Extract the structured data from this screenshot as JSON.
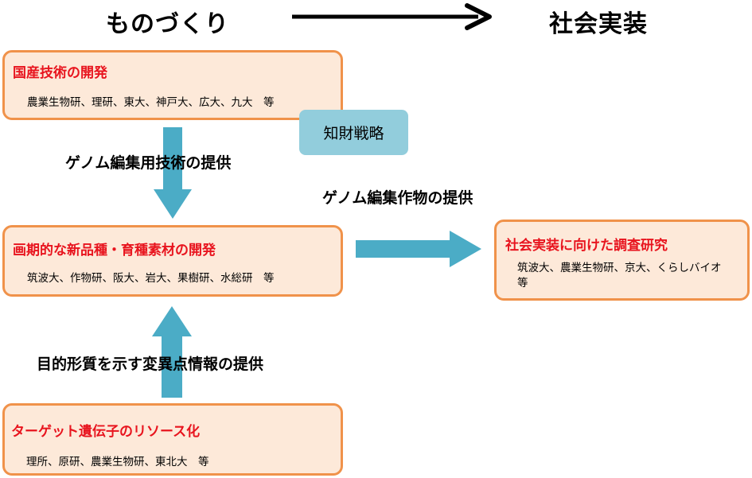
{
  "headings": {
    "left": "ものづくり",
    "right": "社会実装"
  },
  "boxes": {
    "domestic": {
      "title": "国産技術の開発",
      "body": "農業生物研、理研、東大、神戸大、広大、九大　等"
    },
    "breeding": {
      "title": "画期的な新品種・育種素材の開発",
      "body": "筑波大、作物研、阪大、岩大、果樹研、水総研　等"
    },
    "target": {
      "title": "ターゲット遺伝子のリソース化",
      "body": "理所、原研、農業生物研、東北大　等"
    },
    "social": {
      "title": "社会実装に向けた調査研究",
      "body": "筑波大、農業生物研、京大、くらしバイオ　等"
    }
  },
  "ip_note": "知財戦略",
  "labels": {
    "tech_provision": "ゲノム編集用技術の提供",
    "crop_provision": "ゲノム編集作物の提供",
    "mutation_info": "目的形質を示す変異点情報の提供"
  },
  "colors": {
    "box_fill": "#fde9d9",
    "box_border": "#f0924a",
    "title_red": "#e8141e",
    "arrow_blue": "#4bacc6",
    "note_fill": "#92cddc"
  }
}
